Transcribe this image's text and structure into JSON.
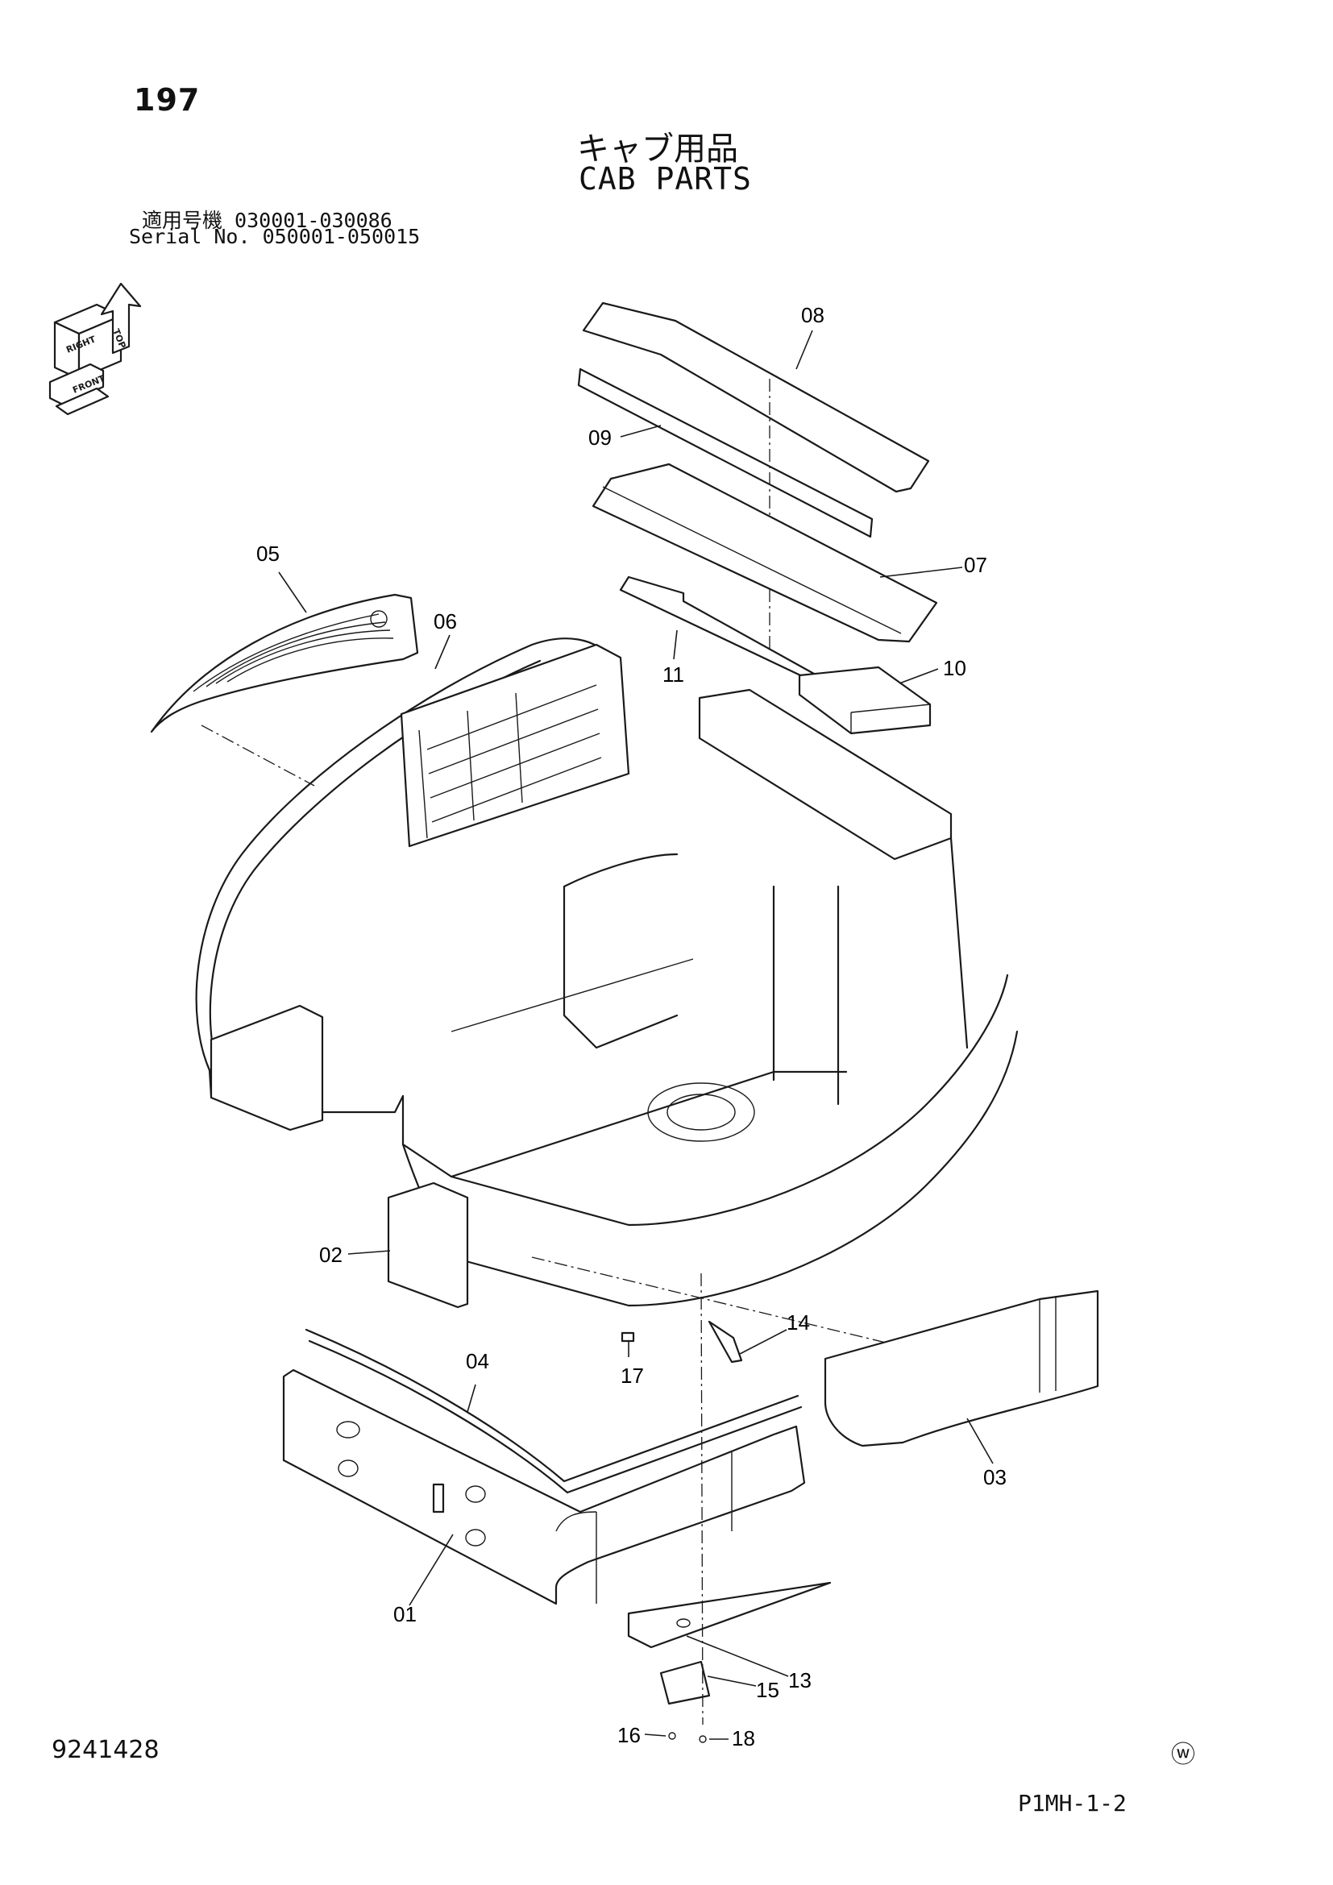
{
  "page": {
    "number": "197",
    "title_ja": "キャブ用品",
    "title_en": "CAB PARTS",
    "serial_line_1": "適用号機  030001-030086",
    "serial_line_2": "Serial No. 050001-050015"
  },
  "orientation_icon": {
    "icon": "orientation-cube-icon",
    "labels": [
      "TOP",
      "RIGHT",
      "FRONT",
      "FRONT",
      "RIGHT",
      "TOP"
    ]
  },
  "callouts": [
    "01",
    "02",
    "03",
    "04",
    "05",
    "06",
    "07",
    "08",
    "09",
    "10",
    "11",
    "13",
    "14",
    "15",
    "16",
    "17",
    "18"
  ],
  "footer": {
    "code": "9241428",
    "mark": "ⓦ",
    "id": "P1MH-1-2"
  }
}
